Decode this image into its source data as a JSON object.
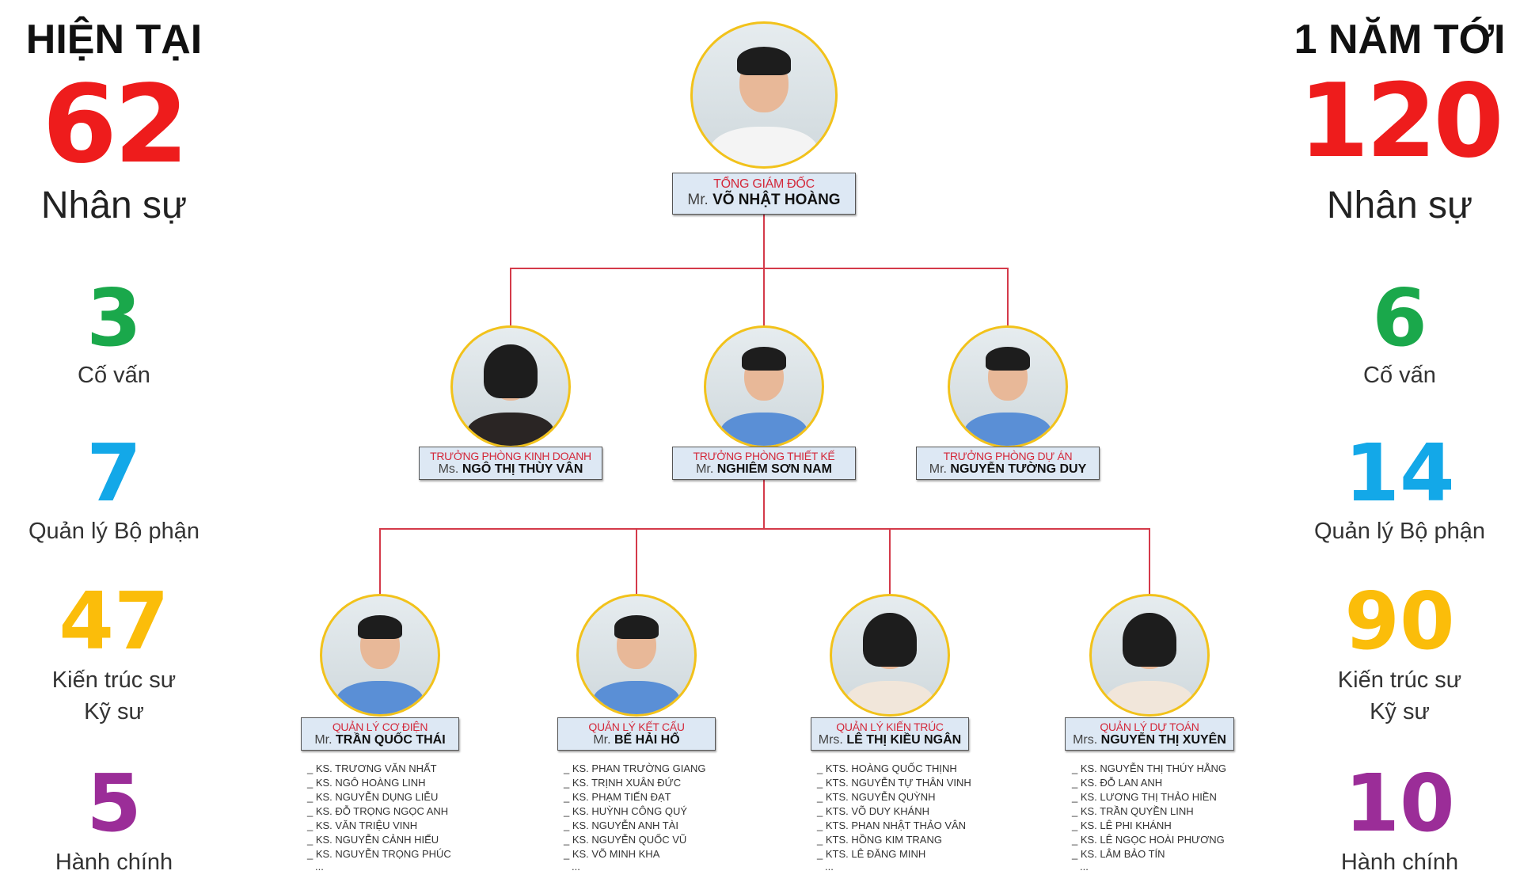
{
  "current": {
    "heading": "HIỆN TẠI",
    "total": "62",
    "total_label": "Nhân sự",
    "stats": [
      {
        "value": "3",
        "label": "Cố vấn",
        "color": "#1aa84b"
      },
      {
        "value": "7",
        "label": "Quản lý Bộ phận",
        "color": "#13a8e8"
      },
      {
        "value": "47",
        "label": "Kiến trúc sư",
        "label2": "Kỹ sư",
        "color": "#fbbd0a"
      },
      {
        "value": "5",
        "label": "Hành chính",
        "color": "#9b2d98"
      }
    ]
  },
  "future": {
    "heading": "1 NĂM TỚI",
    "total": "120",
    "total_label": "Nhân sự",
    "stats": [
      {
        "value": "6",
        "label": "Cố vấn",
        "color": "#1aa84b"
      },
      {
        "value": "14",
        "label": "Quản lý Bộ phận",
        "color": "#13a8e8"
      },
      {
        "value": "90",
        "label": "Kiến trúc sư",
        "label2": "Kỹ sư",
        "color": "#fbbd0a"
      },
      {
        "value": "10",
        "label": "Hành chính",
        "color": "#9b2d98"
      }
    ]
  },
  "total_color": "#ee1c1c",
  "ceo": {
    "role": "TỔNG GIÁM ĐỐC",
    "title": "Mr.",
    "name": "VÕ NHẬT HOÀNG"
  },
  "heads": [
    {
      "role": "TRƯỞNG PHÒNG KINH DOANH",
      "title": "Ms.",
      "name": "NGÔ THỊ THÙY VÂN"
    },
    {
      "role": "TRƯỞNG PHÒNG THIẾT KẾ",
      "title": "Mr.",
      "name": "NGHIÊM SƠN NAM"
    },
    {
      "role": "TRƯỞNG PHÒNG DỰ ÁN",
      "title": "Mr.",
      "name": "NGUYỄN TƯỜNG DUY"
    }
  ],
  "managers": [
    {
      "role": "QUẢN LÝ CƠ ĐIỆN",
      "title": "Mr.",
      "name": "TRẦN QUỐC THÁI",
      "staff": [
        "_ KS. TRƯƠNG VĂN NHẤT",
        "_ KS. NGÔ HOÀNG LINH",
        "_ KS. NGUYỄN DỤNG LIỄU",
        "_ KS. ĐỖ TRỌNG NGỌC ANH",
        "_ KS. VĂN TRIỆU VINH",
        "_ KS. NGUYỄN CẢNH HIẾU",
        "_ KS. NGUYỄN TRỌNG PHÚC",
        "..."
      ]
    },
    {
      "role": "QUẢN LÝ KẾT CẤU",
      "title": "Mr.",
      "name": "BẾ HẢI HỔ",
      "staff": [
        "_ KS. PHAN TRƯỜNG GIANG",
        "_ KS. TRỊNH XUÂN ĐỨC",
        "_ KS. PHẠM TIẾN ĐẠT",
        "_ KS. HUỲNH CÔNG QUÝ",
        "_ KS. NGUYỄN ANH TÀI",
        "_ KS. NGUYỄN QUỐC VŨ",
        "_ KS. VÕ MINH KHA",
        "..."
      ]
    },
    {
      "role": "QUẢN LÝ KIẾN TRÚC",
      "title": "Mrs.",
      "name": "LÊ THỊ KIỀU NGÂN",
      "staff": [
        "_ KTS. HOÀNG QUỐC THỊNH",
        "_ KTS. NGUYỄN TỰ THÂN VINH",
        "_ KTS. NGUYỄN QUỲNH",
        "_ KTS. VÕ DUY KHÁNH",
        "_ KTS. PHAN NHẬT THẢO VÂN",
        "_ KTS. HỒNG KIM TRANG",
        "_ KTS. LÊ ĐĂNG MINH",
        "..."
      ]
    },
    {
      "role": "QUẢN LÝ DỰ TOÁN",
      "title": "Mrs.",
      "name": "NGUYỄN THỊ XUYÊN",
      "staff": [
        "_ KS. NGUYỄN THỊ THÚY HẰNG",
        "_ KS. ĐỖ LAN ANH",
        "_ KS. LƯƠNG THỊ THẢO HIỀN",
        "_ KS. TRẦN QUYỀN LINH",
        "_ KS. LÊ PHI KHÁNH",
        "_ KS. LÊ NGỌC HOÀI PHƯƠNG",
        "_ KS. LÂM BẢO TÍN",
        "..."
      ]
    }
  ]
}
